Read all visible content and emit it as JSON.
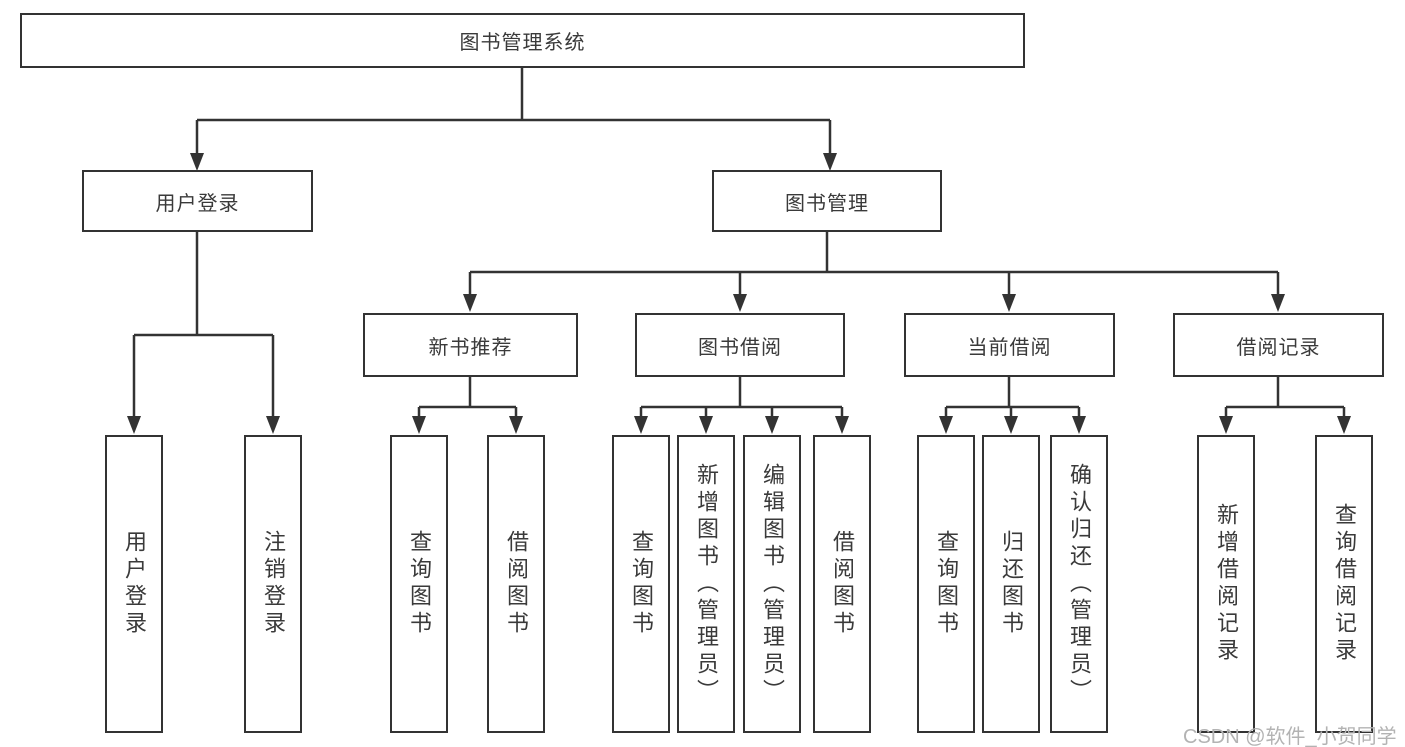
{
  "diagram": {
    "tree": {
      "label": "图书管理系统",
      "children": [
        {
          "label": "用户登录",
          "children": [
            {
              "label": "用户登录"
            },
            {
              "label": "注销登录"
            }
          ]
        },
        {
          "label": "图书管理",
          "children": [
            {
              "label": "新书推荐",
              "children": [
                {
                  "label": "查询图书"
                },
                {
                  "label": "借阅图书"
                }
              ]
            },
            {
              "label": "图书借阅",
              "children": [
                {
                  "label": "查询图书"
                },
                {
                  "label": "新增图书（管理员）"
                },
                {
                  "label": "编辑图书（管理员）"
                },
                {
                  "label": "借阅图书"
                }
              ]
            },
            {
              "label": "当前借阅",
              "children": [
                {
                  "label": "查询图书"
                },
                {
                  "label": "归还图书"
                },
                {
                  "label": "确认归还（管理员）"
                }
              ]
            },
            {
              "label": "借阅记录",
              "children": [
                {
                  "label": "新增借阅记录"
                },
                {
                  "label": "查询借阅记录"
                }
              ]
            }
          ]
        }
      ]
    }
  },
  "watermark": {
    "text": "CSDN @软件_小贺同学"
  },
  "colors": {
    "line": "#333333",
    "box_border": "#333333",
    "text": "#3a3a3a",
    "watermark": "#b3b3b3",
    "background": "#ffffff"
  }
}
